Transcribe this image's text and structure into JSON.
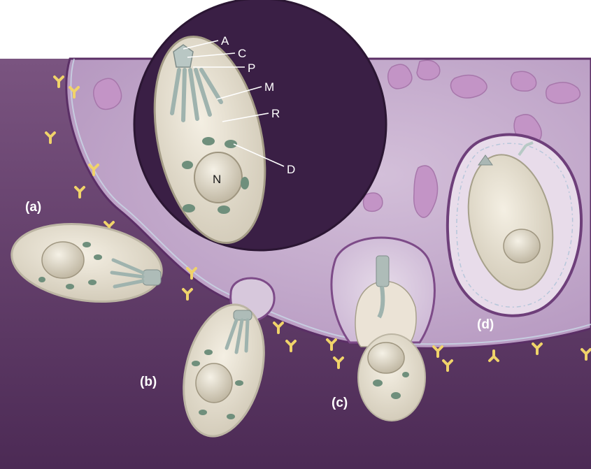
{
  "figure": {
    "stage_labels": {
      "a": "(a)",
      "b": "(b)",
      "c": "(c)",
      "d": "(d)"
    },
    "organelle_labels": {
      "A": "A",
      "C": "C",
      "P": "P",
      "M": "M",
      "R": "R",
      "D": "D",
      "N": "N"
    },
    "colors": {
      "tissue_dark": "#5b3660",
      "host_cell": "#b99ac3",
      "host_cell_light": "#c8afd0",
      "inset_bg": "#3a1f45",
      "parasite_body": "#ece6d6",
      "organelle_green": "#6f8f7c",
      "receptor_yellow": "#f0d36a",
      "membrane": "#7a4f86"
    }
  }
}
